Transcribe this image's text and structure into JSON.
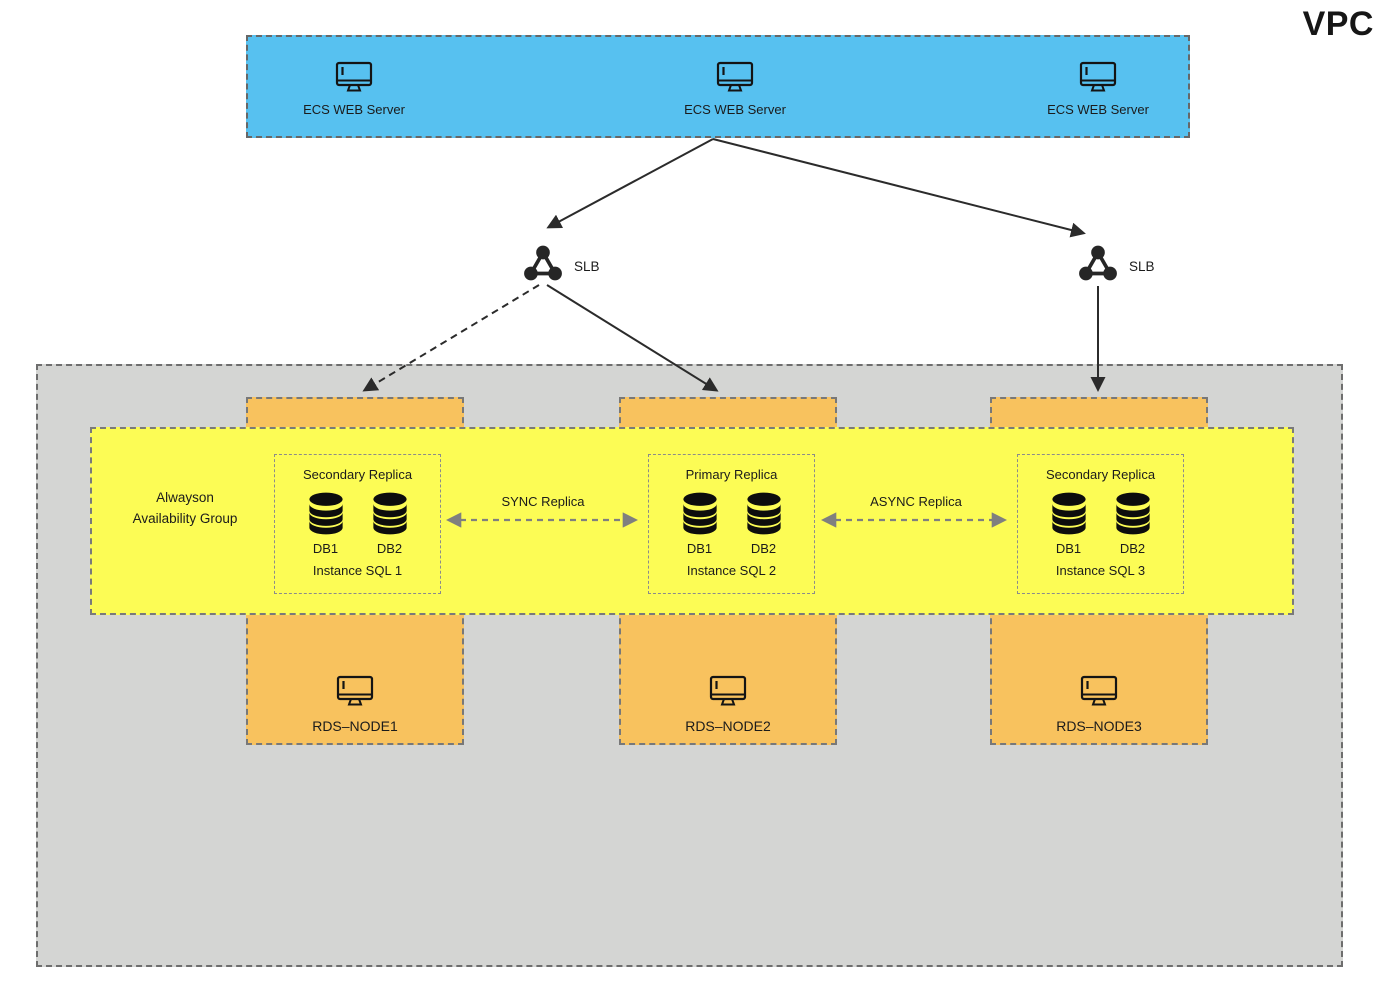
{
  "diagram": {
    "title": "VPC",
    "colors": {
      "web_tier_blue": "#57C1F0",
      "rds_node_orange": "#F8C25E",
      "availability_group_yellow": "#FCFC55",
      "vpc_network_gray": "#D4D5D3",
      "connector_black": "#2b2b2b",
      "replica_arrow_gray": "#7f7f7f"
    },
    "web_tier": {
      "servers": [
        {
          "label": "ECS WEB Server"
        },
        {
          "label": "ECS WEB Server"
        },
        {
          "label": "ECS WEB Server"
        }
      ]
    },
    "load_balancers": {
      "left": {
        "label": "SLB"
      },
      "right": {
        "label": "SLB"
      }
    },
    "availability_group": {
      "label_line1": "Alwayson",
      "label_line2": "Availability Group",
      "instances": [
        {
          "role": "Secondary Replica",
          "db1": "DB1",
          "db2": "DB2",
          "name": "Instance SQL 1"
        },
        {
          "role": "Primary Replica",
          "db1": "DB1",
          "db2": "DB2",
          "name": "Instance SQL 2"
        },
        {
          "role": "Secondary Replica",
          "db1": "DB1",
          "db2": "DB2",
          "name": "Instance SQL 3"
        }
      ],
      "links": {
        "sync": {
          "label": "SYNC Replica"
        },
        "async": {
          "label": "ASYNC Replica"
        }
      }
    },
    "rds_nodes": [
      {
        "label": "RDS–NODE1"
      },
      {
        "label": "RDS–NODE2"
      },
      {
        "label": "RDS–NODE3"
      }
    ]
  }
}
